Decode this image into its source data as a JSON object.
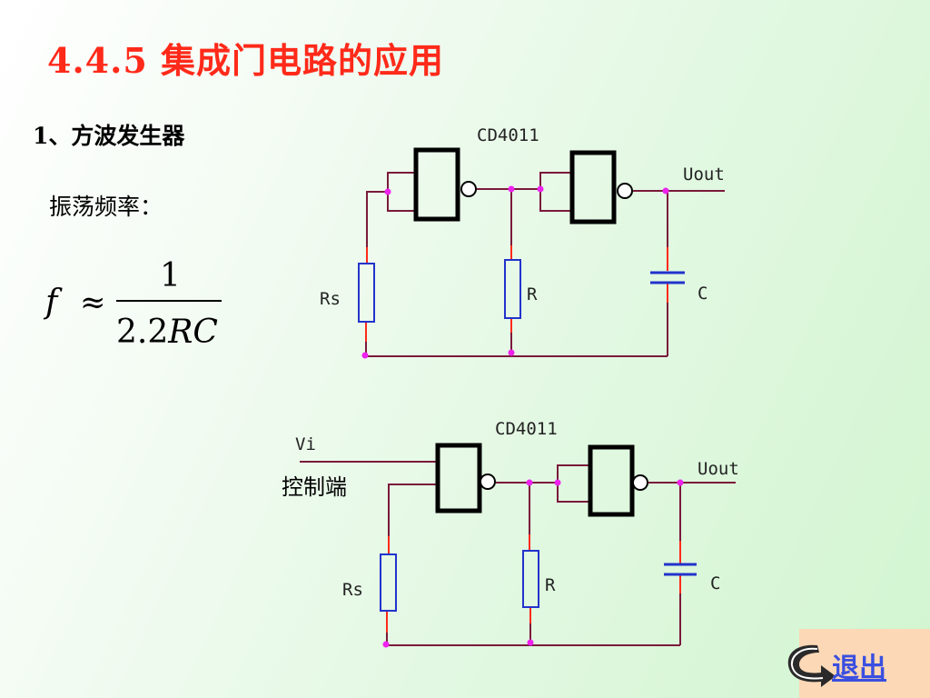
{
  "slide": {
    "title": "4.4.5 集成门电路的应用",
    "heading": "1、方波发生器",
    "frequency_label": "振荡频率："
  },
  "formula": {
    "lhs": "f",
    "op": "≈",
    "numerator": "1",
    "denominator_num": "2.2",
    "denominator_var": "RC"
  },
  "circuit1": {
    "chip": "CD4011",
    "output": "Uout",
    "rs": "Rs",
    "r": "R",
    "c": "C"
  },
  "circuit2": {
    "chip": "CD4011",
    "input": "Vi",
    "control": "控制端",
    "output": "Uout",
    "rs": "Rs",
    "r": "R",
    "c": "C"
  },
  "nav": {
    "exit_label": "退出"
  },
  "colors": {
    "title": "#ff2a1a",
    "wire": "#7a1a3a",
    "resistor": "#2233cc",
    "capacitor": "#2233cc",
    "node": "#ee22ee",
    "exit_bg": "#fcd8b6",
    "exit_text": "#3a4fe0"
  }
}
